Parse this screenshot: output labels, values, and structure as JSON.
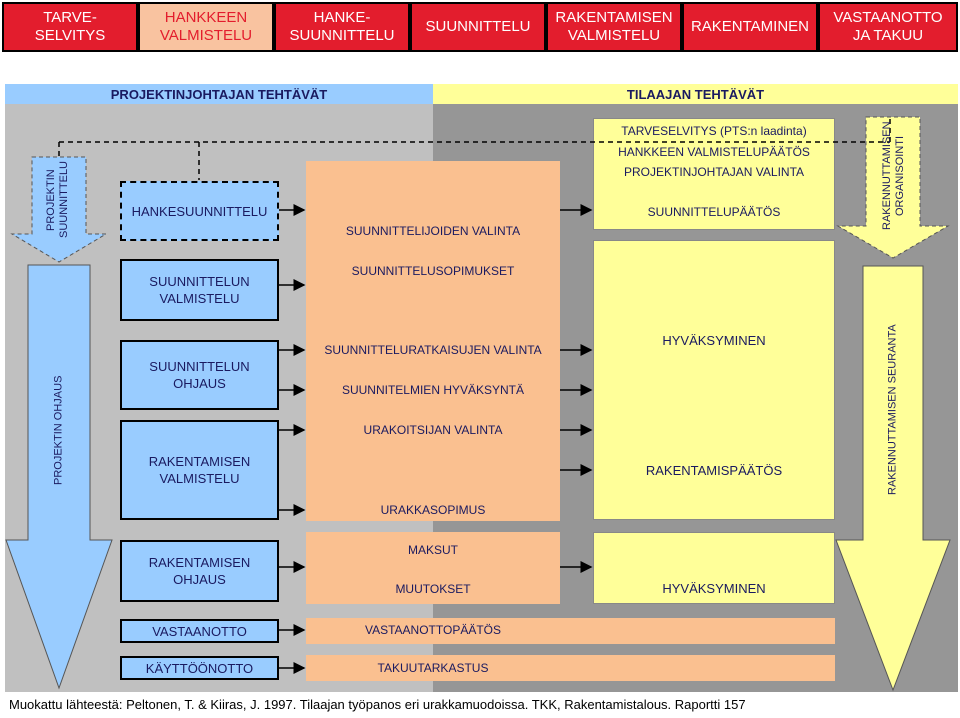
{
  "phases": [
    {
      "label": "TARVE-\nSELVITYS",
      "active": false
    },
    {
      "label": "HANKKEEN\nVALMISTELU",
      "active": true
    },
    {
      "label": "HANKE-\nSUUNNITTELU",
      "active": false
    },
    {
      "label": "SUUNNITTELU",
      "active": false
    },
    {
      "label": "RAKENTAMISEN\nVALMISTELU",
      "active": false
    },
    {
      "label": "RAKENTAMINEN",
      "active": false
    },
    {
      "label": "VASTAANOTTO\nJA TAKUU",
      "active": false
    }
  ],
  "headers": {
    "pm_tasks": "PROJEKTINJOHTAJAN TEHTÄVÄT",
    "client_tasks": "TILAAJAN TEHTÄVÄT"
  },
  "left_arrows": {
    "top": "PROJEKTIN\nSUUNNITTELU",
    "main": "PROJEKTIN OHJAUS"
  },
  "right_arrows": {
    "top": "RAKENNUTTAMISEN\nORGANISOINTI",
    "main": "RAKENNUTTAMISEN SEURANTA"
  },
  "pm_boxes": {
    "hankesuunnittelu": "HANKESUUNNITTELU",
    "suunnittelun_valmistelu": "SUUNNITTELUN\nVALMISTELU",
    "suunnittelun_ohjaus": "SUUNNITTELUN\nOHJAUS",
    "rakentamisen_valmistelu": "RAKENTAMISEN\nVALMISTELU",
    "rakentamisen_ohjaus": "RAKENTAMISEN\nOHJAUS",
    "vastaanotto": "VASTAANOTTO",
    "kayttoonotto": "KÄYTTÖÖNOTTO"
  },
  "mid_labels": {
    "suunnittelijoiden_valinta": "SUUNNITTELIJOIDEN VALINTA",
    "suunnittelusopimukset": "SUUNNITTELUSOPIMUKSET",
    "suunnitteluratkaisujen_valinta": "SUUNNITTELURATKAISUJEN VALINTA",
    "suunnitelmien_hyvaksynta": "SUUNNITELMIEN HYVÄKSYNTÄ",
    "urakoitsijan_valinta": "URAKOITSIJAN VALINTA",
    "urakkasopimus": "URAKKASOPIMUS",
    "maksut": "MAKSUT",
    "muutokset": "MUUTOKSET",
    "vastaanottopaatos": "VASTAANOTTOPÄÄTÖS",
    "takuutarkastus": "TAKUUTARKASTUS"
  },
  "client_labels": {
    "tarveselvitys": "TARVESELVITYS (PTS:n laadinta)",
    "hankkeen_paatos": "HANKKEEN VALMISTELUPÄÄTÖS",
    "pj_valinta": "PROJEKTINJOHTAJAN VALINTA",
    "suunnittelupaatos": "SUUNNITTELUPÄÄTÖS",
    "hyvaksyminen_1": "HYVÄKSYMINEN",
    "rakentamispaatos": "RAKENTAMISPÄÄTÖS",
    "hyvaksyminen_2": "HYVÄKSYMINEN"
  },
  "footer": "Muokattu lähteestä: Peltonen, T. & Kiiras, J. 1997. Tilaajan työpanos eri urakkamuodoissa. TKK, Rakentamistalous. Raportti 157",
  "colors": {
    "phase_red": "#e31d2d",
    "phase_active": "#f9c3a0",
    "pm_blue": "#99ccff",
    "peach": "#fac090",
    "client_yellow": "#ffff99",
    "bg_light_gray": "#c0c0c0",
    "bg_dark_gray": "#969696"
  }
}
